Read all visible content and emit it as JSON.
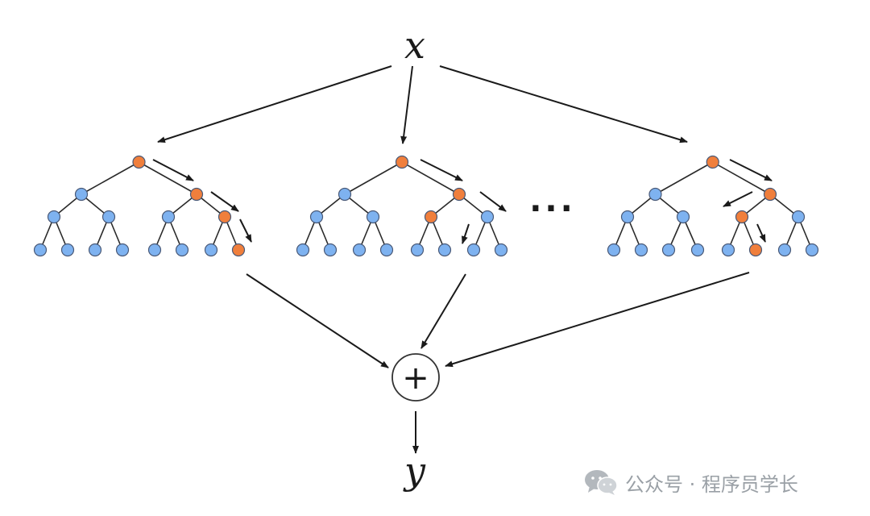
{
  "input_label": "x",
  "output_label": "y",
  "sum_symbol": "+",
  "ellipsis": "···",
  "watermark": "公众号 · 程序员学长",
  "colors": {
    "path_node": "#F07F3C",
    "other_node": "#7EB2F0",
    "line": "#1a1a1a"
  },
  "trees": [
    {
      "path": "right-right-right"
    },
    {
      "path": "right-left"
    },
    {
      "path": "right-left-right"
    }
  ]
}
